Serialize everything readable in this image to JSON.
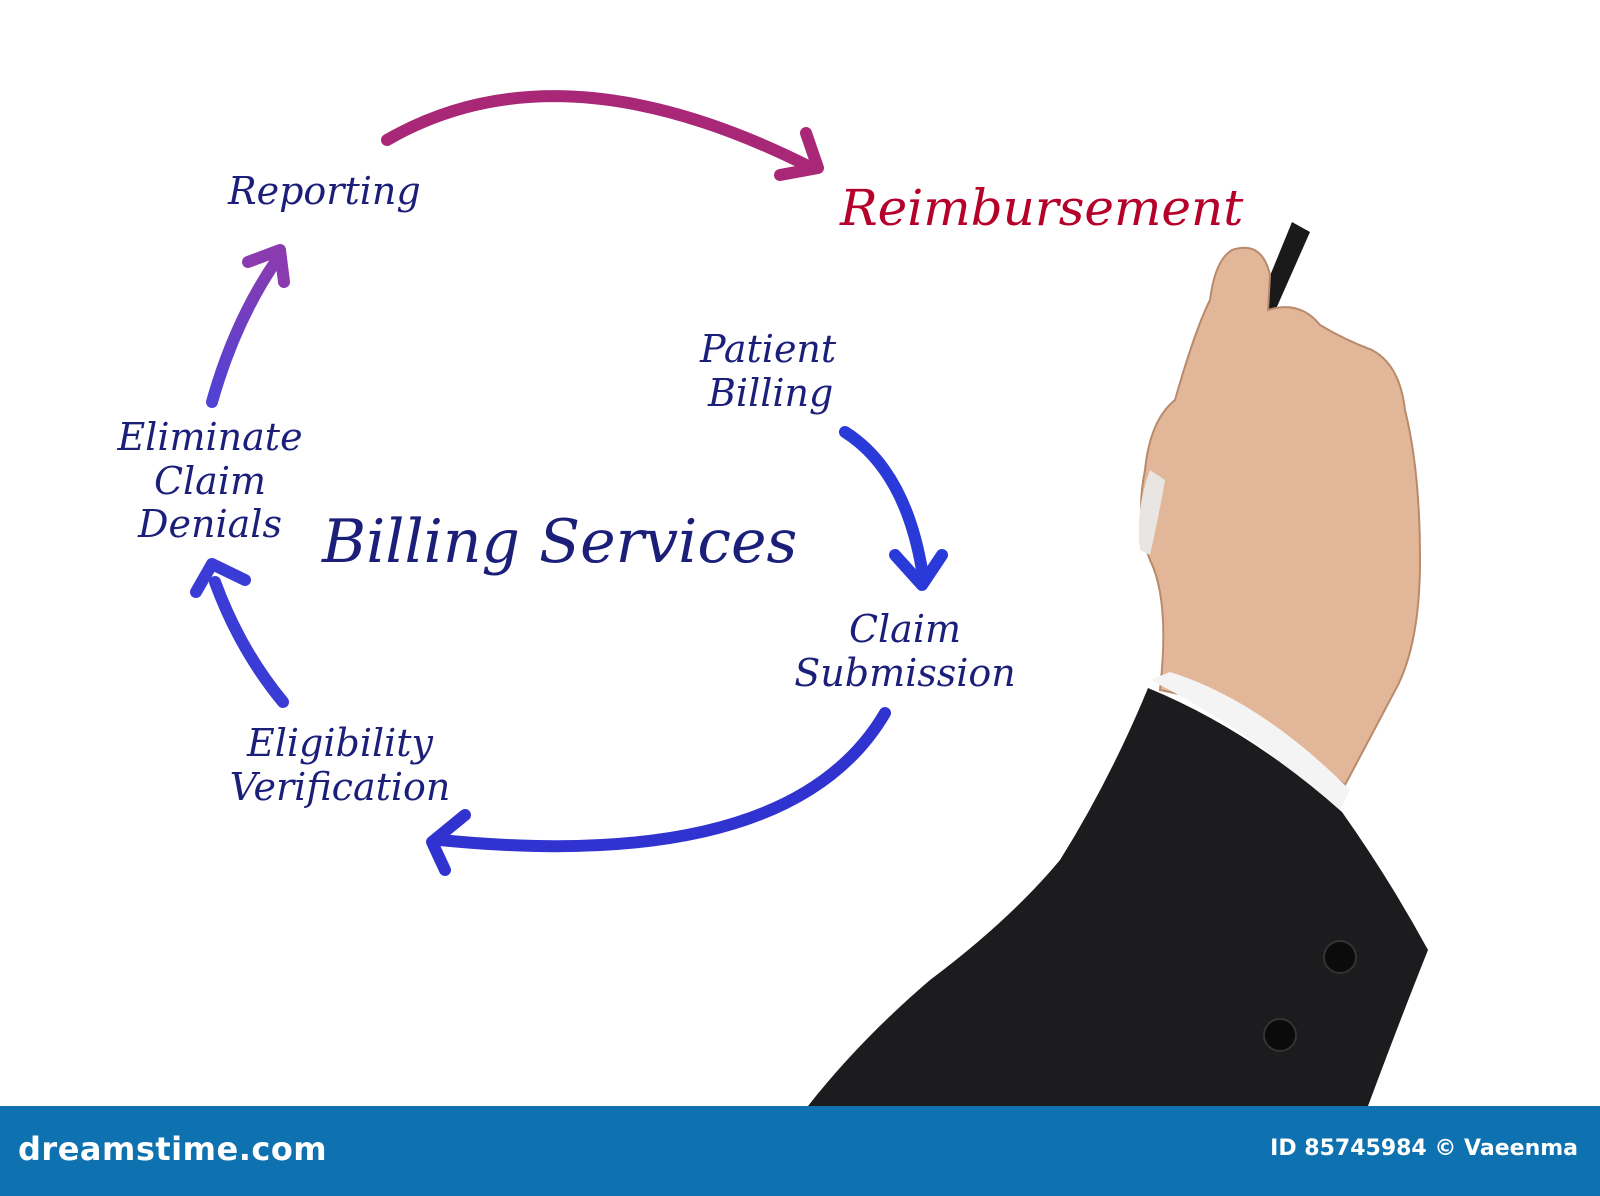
{
  "diagram": {
    "center_title": "Billing Services",
    "target": "Reimbursement",
    "steps": [
      {
        "lines": [
          "Patient",
          "Billing"
        ]
      },
      {
        "lines": [
          "Claim",
          "Submission"
        ]
      },
      {
        "lines": [
          "Eligibility",
          "Verification"
        ]
      },
      {
        "lines": [
          "Eliminate",
          "Claim",
          "Denials"
        ]
      },
      {
        "lines": [
          "Reporting"
        ]
      }
    ],
    "colors": {
      "text": "#1b1f7a",
      "target_text": "#b5002a",
      "arrow_blue": "#2a3ad8",
      "arrow_purple": "#7b3ab5",
      "arrow_magenta": "#a82777"
    }
  },
  "footer": {
    "brand": "dreamstime.com",
    "credit": "ID 85745984 © Vaeenma",
    "bar_color": "#0f72b0"
  },
  "photo": {
    "subject": "hand-in-suit-holding-marker"
  }
}
